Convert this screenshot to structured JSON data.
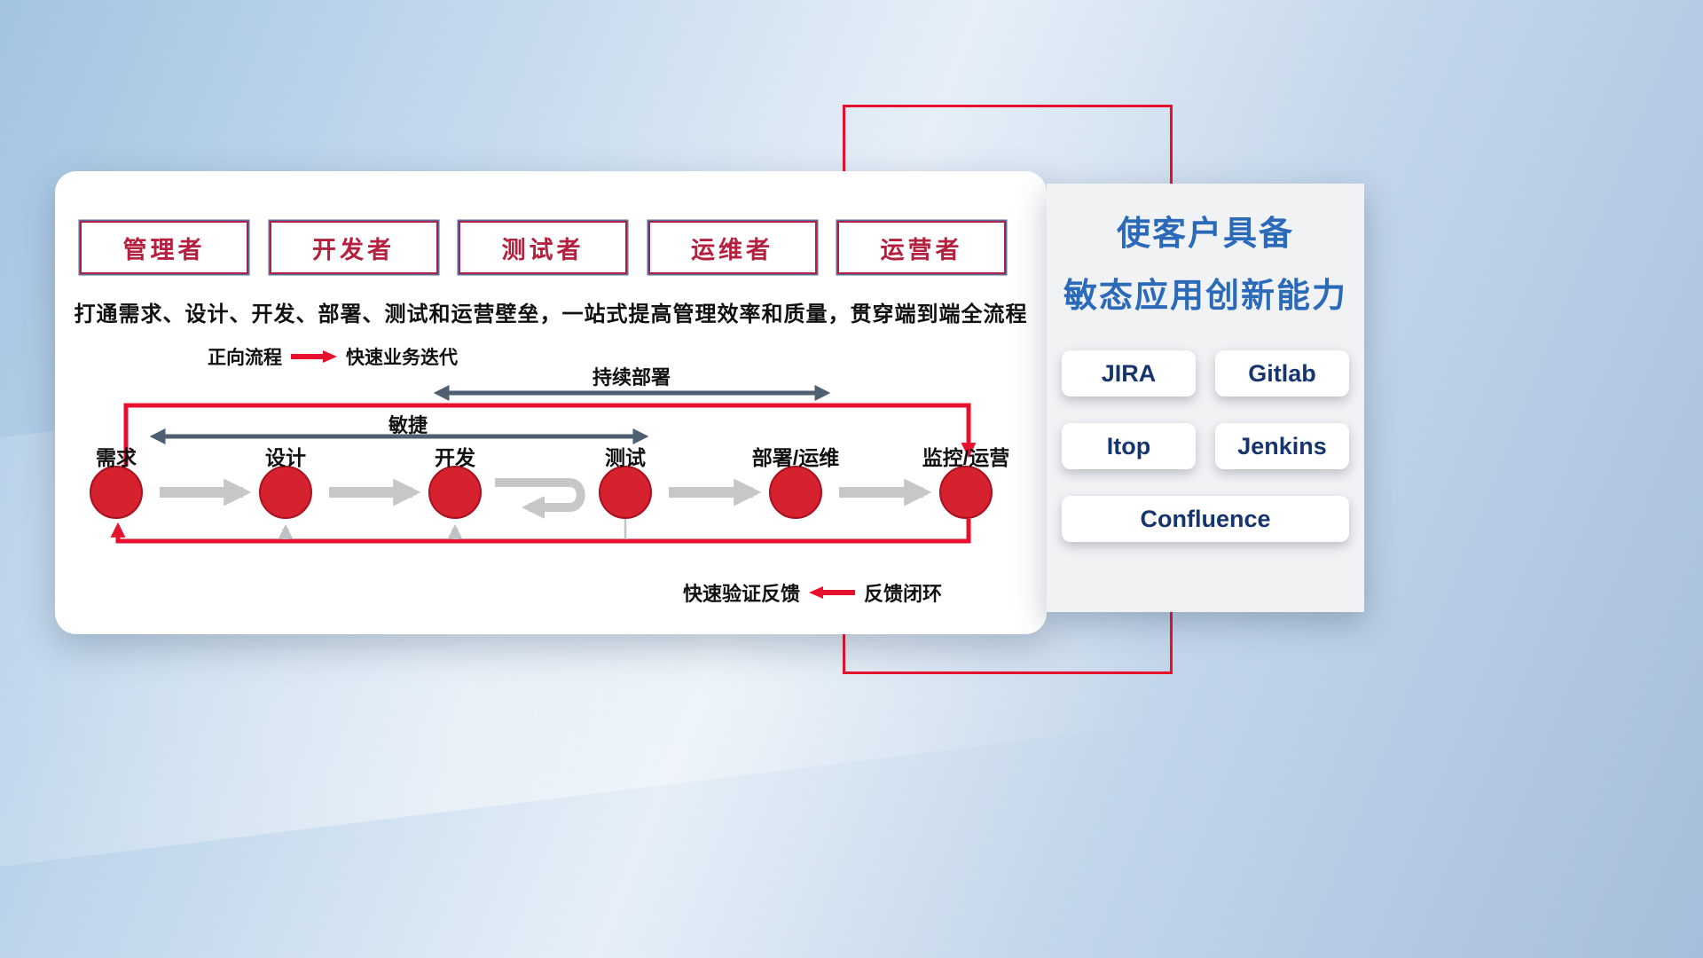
{
  "roles": [
    "管理者",
    "开发者",
    "测试者",
    "运维者",
    "运营者"
  ],
  "description": "打通需求、设计、开发、部署、测试和运营壁垒，一站式提高管理效率和质量，贯穿端到端全流程",
  "legend_forward": {
    "label": "正向流程",
    "value": "快速业务迭代"
  },
  "legend_feedback": {
    "label": "快速验证反馈",
    "value": "反馈闭环"
  },
  "flow": {
    "stages": [
      "需求",
      "设计",
      "开发",
      "测试",
      "部署/运维",
      "监控/运营"
    ],
    "agile_label": "敏捷",
    "cd_label": "持续部署"
  },
  "side_panel": {
    "title_line1": "使客户具备",
    "title_line2": "敏态应用创新能力",
    "tools": [
      "JIRA",
      "Gitlab",
      "Itop",
      "Jenkins",
      "Confluence"
    ]
  },
  "colors": {
    "accent_red": "#e8112d",
    "circle_red": "#d6212e",
    "dark_arrow": "#4e5f72",
    "gray_arrow": "#c5c7c9",
    "title_blue": "#2a6ab8",
    "tool_text_navy": "#16356e",
    "role_text_red": "#b5203e"
  }
}
